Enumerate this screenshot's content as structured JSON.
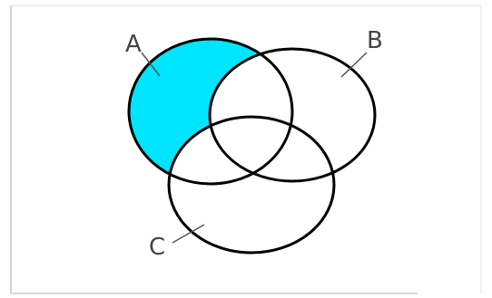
{
  "diagram": {
    "sets": [
      {
        "id": "A",
        "label": "A"
      },
      {
        "id": "B",
        "label": "B"
      },
      {
        "id": "C",
        "label": "C"
      }
    ],
    "shaded_region": "A only",
    "colors": {
      "shade": "#00e5ff",
      "outline": "#000000",
      "label": "#444444",
      "border": "#cfcfcf"
    }
  }
}
